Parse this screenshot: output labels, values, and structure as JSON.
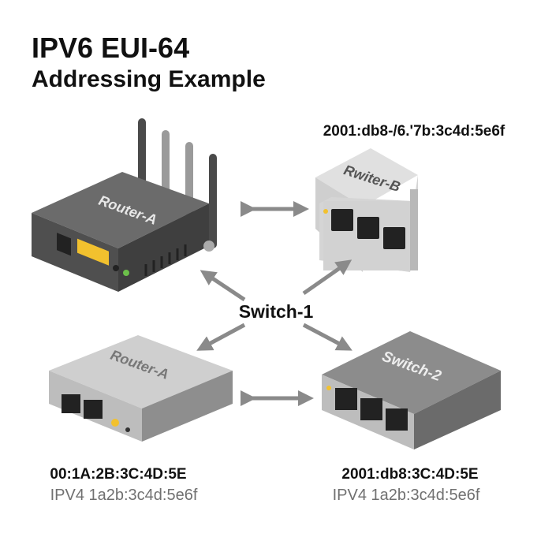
{
  "title": {
    "line1": "IPV6 EUI-64",
    "line2": "Addressing Example"
  },
  "devices": {
    "router_top": {
      "label": "Router-A"
    },
    "switch_top": {
      "label": "Rwiter-B",
      "address": "2001:db8-/6.'7b:3c4d:5e6f"
    },
    "center": {
      "label": "Switch-1"
    },
    "router_bottom": {
      "label": "Router-A",
      "mac": "00:1A:2B:3C:4D:5E",
      "ipv4": "IPV4 1a2b:3c4d:5e6f"
    },
    "switch_bottom": {
      "label": "Switch-2",
      "address": "2001:db8:3C:4D:5E",
      "ipv4": "IPV4 1a2b:3c4d:5e6f"
    }
  },
  "colors": {
    "dark": "#5f5f5f",
    "light": "#d9d9d9",
    "arrow": "#8a8a8a",
    "led_yellow": "#f2c12e",
    "led_green": "#6cc04a"
  }
}
